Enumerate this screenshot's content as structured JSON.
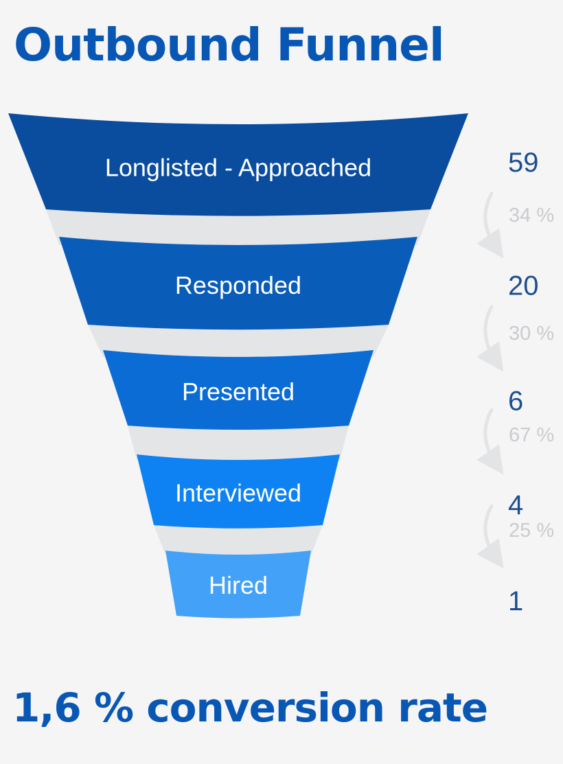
{
  "title": "Outbound Funnel",
  "footer": "1,6 % conversion rate",
  "chart_data": {
    "type": "funnel",
    "stages": [
      {
        "label": "Longlisted - Approached",
        "value": 59,
        "color": "#0a4d9e"
      },
      {
        "label": "Responded",
        "value": 20,
        "color": "#0a5cb9"
      },
      {
        "label": "Presented",
        "value": 6,
        "color": "#0a6cd4"
      },
      {
        "label": "Interviewed",
        "value": 4,
        "color": "#0f82f3"
      },
      {
        "label": "Hired",
        "value": 1,
        "color": "#44a1f8"
      }
    ],
    "conversion_rates": [
      "34 %",
      "30 %",
      "67 %",
      "25 %"
    ],
    "rate_color": "#c9cbce",
    "count_color": "#1d4f8f"
  }
}
